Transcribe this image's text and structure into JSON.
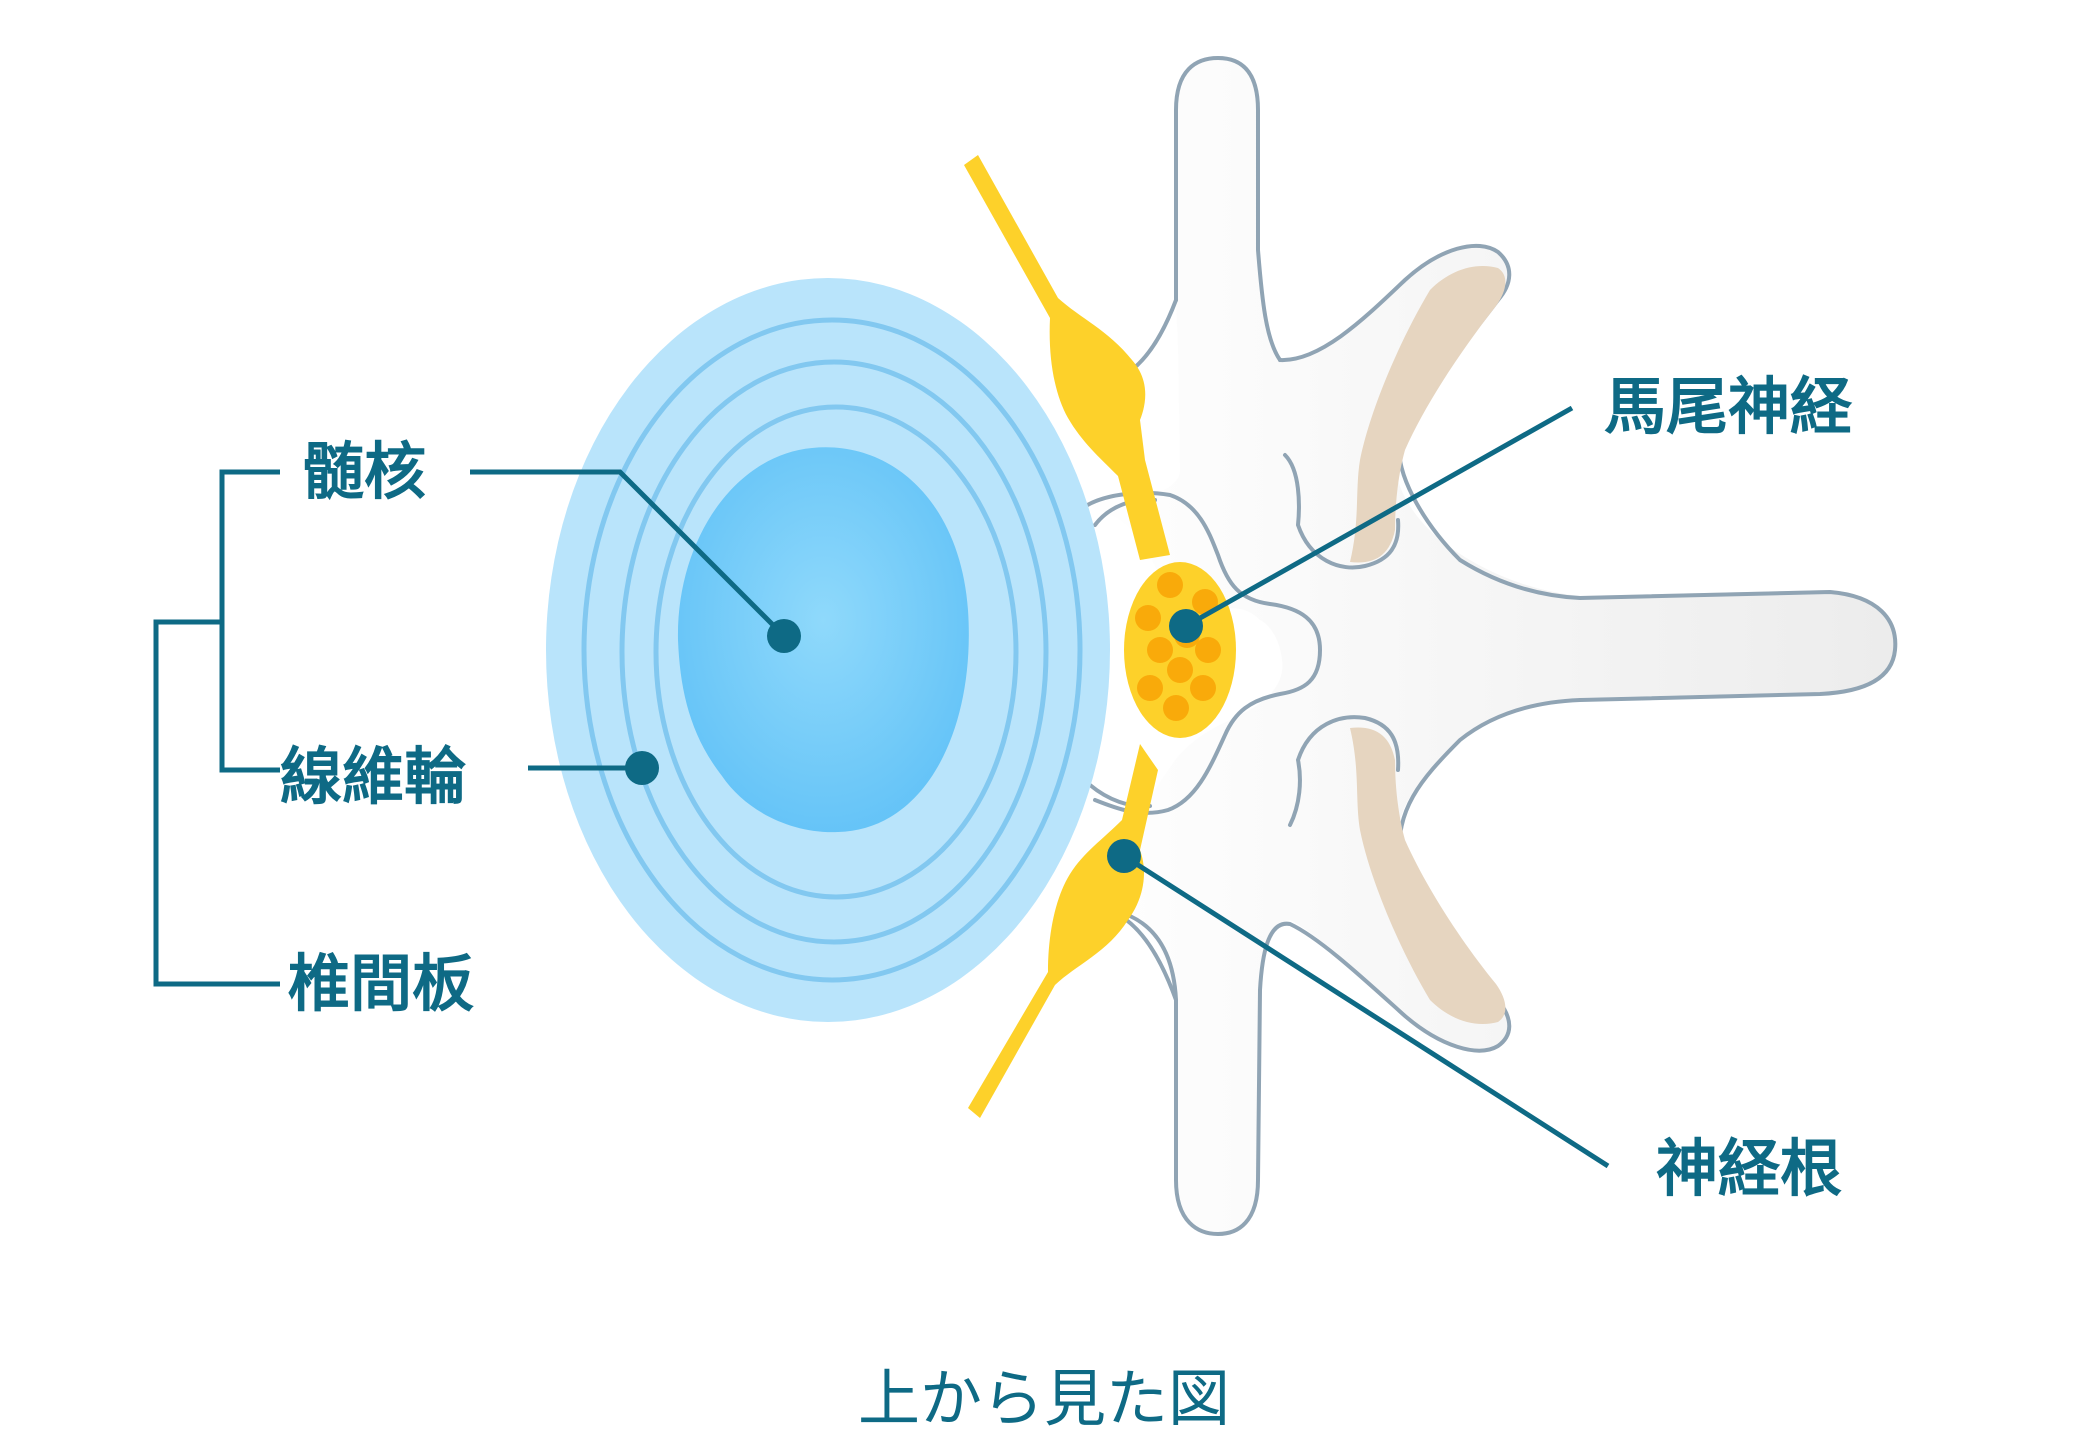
{
  "labels": {
    "nucleus_pulposus": "髄核",
    "annulus_fibrosus": "線維輪",
    "intervertebral_disc": "椎間板",
    "cauda_equina": "馬尾神経",
    "nerve_root": "神経根"
  },
  "caption": "上から見た図",
  "colors": {
    "label_text": "#0e6a85",
    "leader_line": "#0e6a85",
    "disc_outer": "#b9e4fb",
    "disc_ring_line": "#82c8f0",
    "nucleus": "#6cc7f8",
    "nerve": "#fdd12a",
    "nerve_fiber": "#f9aa0a",
    "bone_fill": "#f5f5f5",
    "bone_outline": "#90a4b4",
    "facet": "#e6d5c0"
  }
}
